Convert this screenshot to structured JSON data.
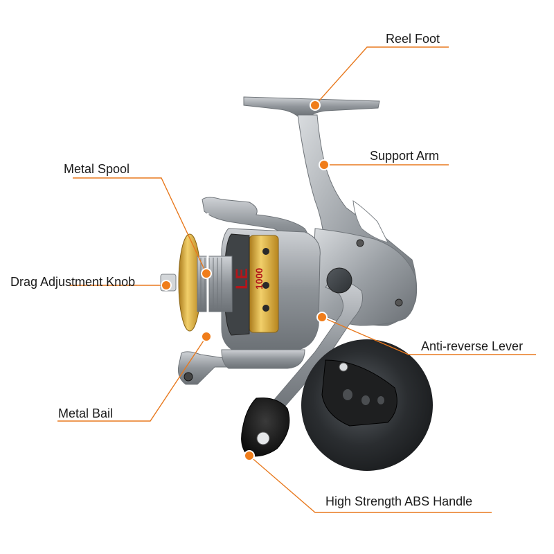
{
  "labels": {
    "reel_foot": "Reel Foot",
    "support_arm": "Support Arm",
    "metal_spool": "Metal Spool",
    "drag_adjustment_knob": "Drag Adjustment Knob",
    "anti_reverse_lever": "Anti-reverse Lever",
    "metal_bail": "Metal Bail",
    "high_strength_abs_handle": "High Strength ABS Handle"
  },
  "product_marking": {
    "model": "LE",
    "size": "1000"
  },
  "colors": {
    "leader_line": "#e8791e",
    "dot": "#f07d1a",
    "reel_body": "#9a9ea3",
    "gold_accent": "#d4a22a",
    "handle_knob": "#1b1b1b",
    "brand_text": "#b3161b"
  }
}
